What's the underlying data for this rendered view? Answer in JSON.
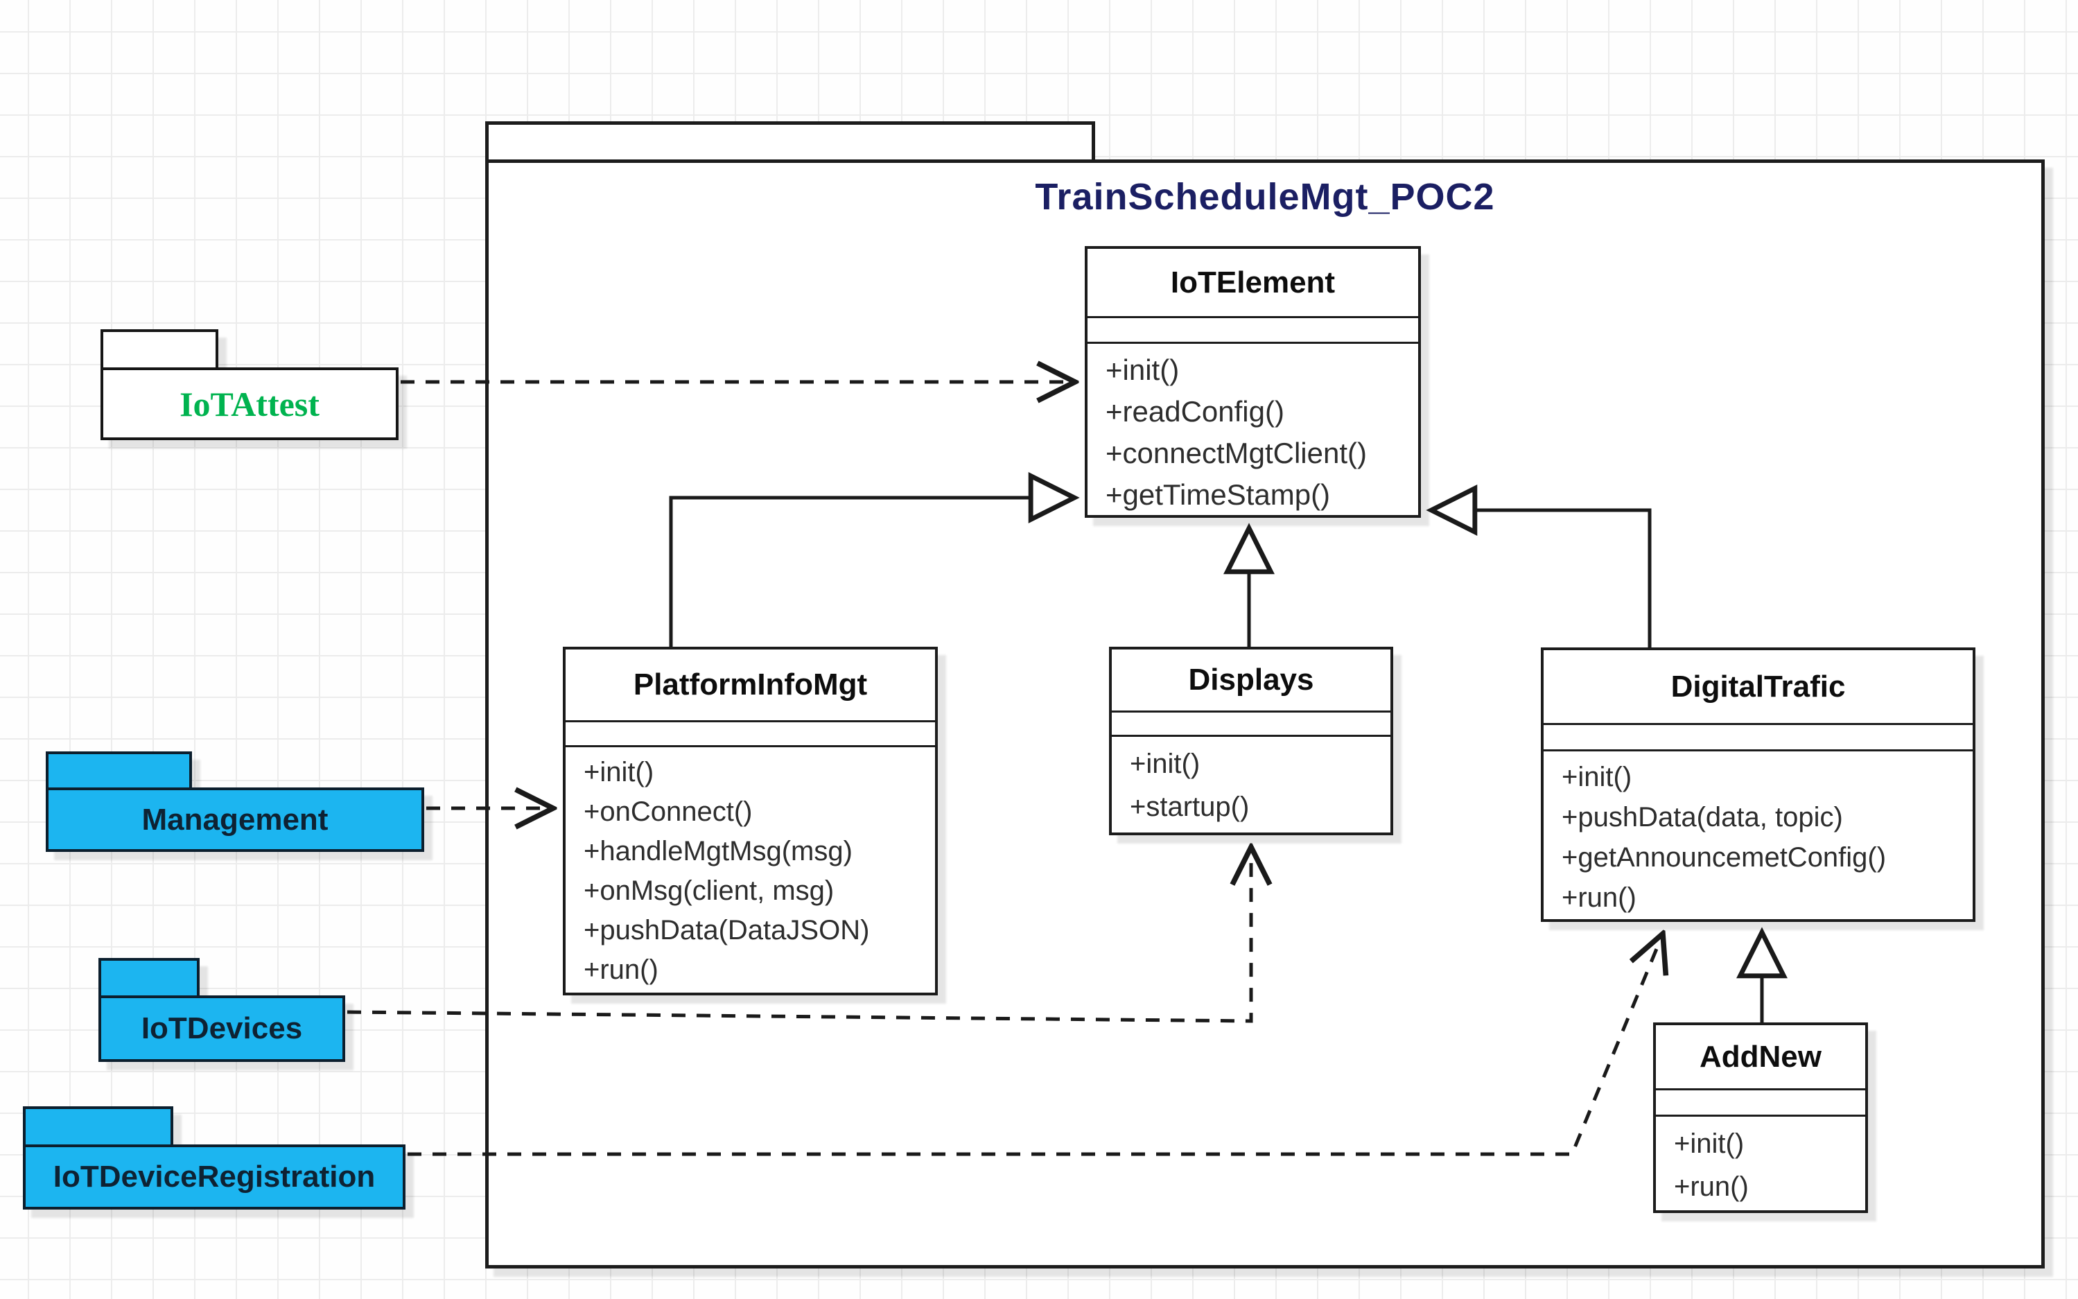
{
  "diagram": {
    "container": {
      "title": "TrainScheduleMgt_POC2"
    },
    "classes": [
      {
        "name": "IoTElement",
        "methods": [
          "+init()",
          "+readConfig()",
          "+connectMgtClient()",
          "+getTimeStamp()"
        ]
      },
      {
        "name": "PlatformInfoMgt",
        "methods": [
          "+init()",
          "+onConnect()",
          "+handleMgtMsg(msg)",
          "+onMsg(client, msg)",
          "+pushData(DataJSON)",
          "+run()"
        ]
      },
      {
        "name": "Displays",
        "methods": [
          "+init()",
          "+startup()"
        ]
      },
      {
        "name": "DigitalTrafic",
        "methods": [
          "+init()",
          "+pushData(data, topic)",
          "+getAnnouncemetConfig()",
          "+run()"
        ]
      },
      {
        "name": "AddNew",
        "methods": [
          "+init()",
          "+run()"
        ]
      }
    ],
    "packages": [
      {
        "label": "IoTAttest"
      },
      {
        "label": "Management"
      },
      {
        "label": "IoTDevices"
      },
      {
        "label": "IoTDeviceRegistration"
      }
    ],
    "relationships": [
      {
        "from": "IoTAttest",
        "to": "IoTElement",
        "type": "dependency"
      },
      {
        "from": "Management",
        "to": "PlatformInfoMgt",
        "type": "dependency"
      },
      {
        "from": "IoTDevices",
        "to": "Displays",
        "type": "dependency"
      },
      {
        "from": "IoTDeviceRegistration",
        "to": "DigitalTrafic",
        "type": "dependency"
      },
      {
        "from": "PlatformInfoMgt",
        "to": "IoTElement",
        "type": "generalization"
      },
      {
        "from": "Displays",
        "to": "IoTElement",
        "type": "generalization"
      },
      {
        "from": "DigitalTrafic",
        "to": "IoTElement",
        "type": "generalization"
      },
      {
        "from": "AddNew",
        "to": "DigitalTrafic",
        "type": "generalization"
      }
    ],
    "colors": {
      "package_blue_fill": "#1cb5f0",
      "container_title": "#1b1f63",
      "iotattest_label": "#00b34f",
      "stroke": "#1a1a1a"
    }
  }
}
